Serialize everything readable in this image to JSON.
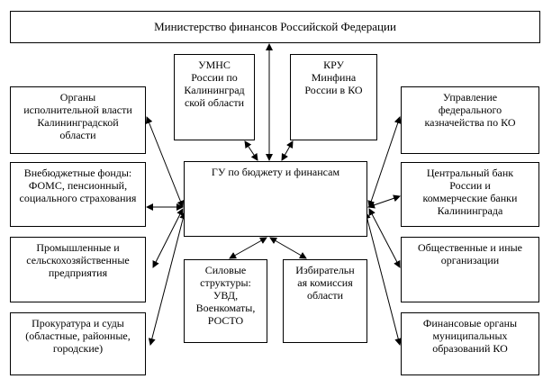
{
  "diagram": {
    "ministry": "Министерство финансов Российской Федерации",
    "umns": "УМНС\nРоссии по\nКалининград\nской области",
    "kru": "КРУ\nМинфина\nРоссии в КО",
    "executive": "Органы\nисполнительной власти\nКалининградской\nобласти",
    "funds": "Внебюджетные фонды:\nФОМС, пенсионный,\nсоциального страхования",
    "industry": "Промышленные и\nсельскохозяйственные\nпредприятия",
    "courts": "Прокуратура и суды\n(областные, районные,\nгородские)",
    "gu": "ГУ по бюджету и финансам",
    "siloviye": "Силовые\nструктуры:\nУВД,\nВоенкоматы,\nРОСТО",
    "izbirkom": "Избирательн\nая комиссия\nобласти",
    "treasury": "Управление\nфедерального\nказначейства по КО",
    "central_bank": "Центральный  банк\nРоссии и\nкоммерческие банки\nКалининграда",
    "public_orgs": "Общественные и иные\nорганизации",
    "municipal": "Финансовые органы\nмуниципальных\nобразований КО"
  },
  "colors": {
    "line": "#000000",
    "box_border": "#000000",
    "background": "#ffffff"
  }
}
